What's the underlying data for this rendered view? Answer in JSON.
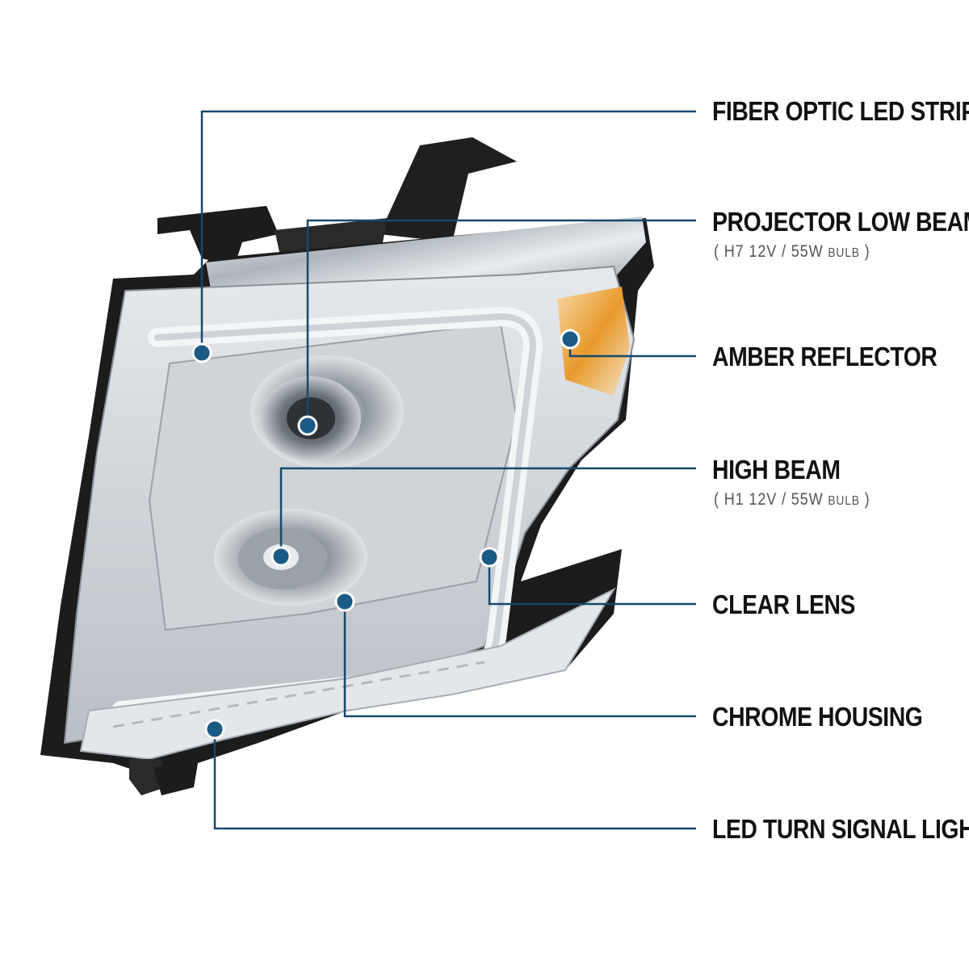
{
  "colors": {
    "callout_line": "#16496b",
    "callout_dot": "#1b5a85",
    "label_text": "#111111",
    "amber": "#e89a2c",
    "chrome": "#c9ced4",
    "housing_black": "#1c1c1c"
  },
  "callouts": [
    {
      "id": "fiber",
      "label": "FIBER OPTIC LED STRIP"
    },
    {
      "id": "low_beam",
      "label": "PROJECTOR LOW BEAM",
      "detail_open": "( H7  12V / 55W ",
      "detail_unit": "BULB",
      "detail_close": " )"
    },
    {
      "id": "amber",
      "label": "AMBER REFLECTOR"
    },
    {
      "id": "high_beam",
      "label": "HIGH BEAM",
      "detail_open": "( H1  12V / 55W ",
      "detail_unit": "BULB",
      "detail_close": " )"
    },
    {
      "id": "clear",
      "label": "CLEAR LENS"
    },
    {
      "id": "chrome",
      "label": "CHROME HOUSING"
    },
    {
      "id": "turn",
      "label": "LED TURN SIGNAL LIGHT"
    }
  ]
}
